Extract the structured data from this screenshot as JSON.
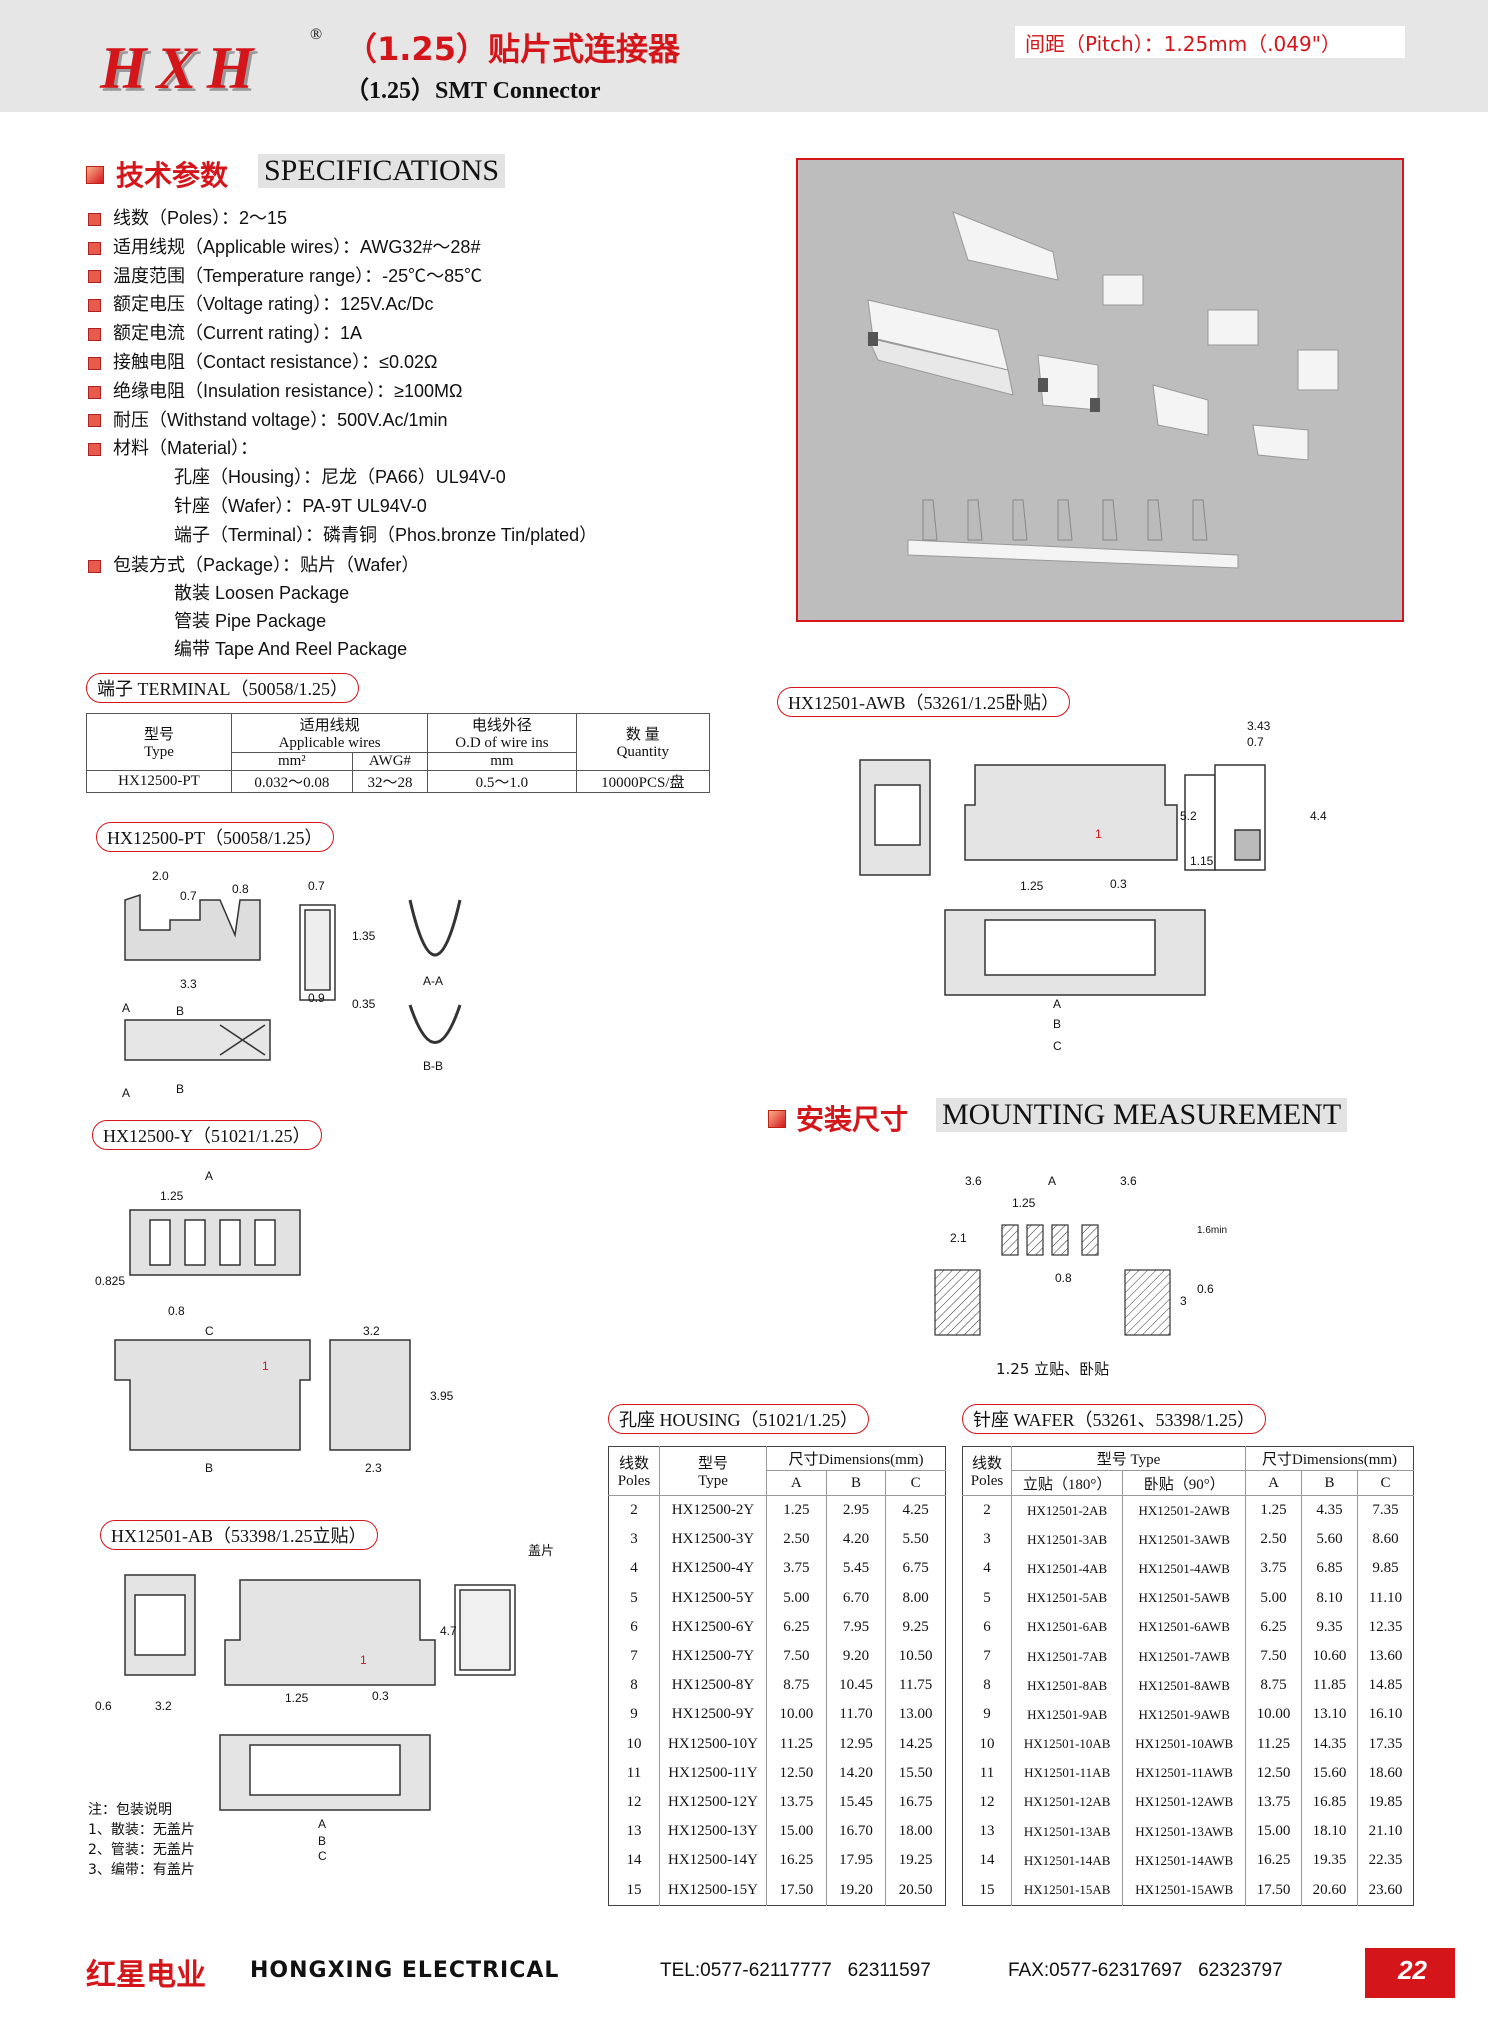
{
  "header": {
    "logo": "HXH",
    "registered": "®",
    "title_cn": "（1.25）贴片式连接器",
    "title_en": "（1.25）SMT Connector",
    "pitch": "间距（Pitch）：1.25mm（.049\"）"
  },
  "specs": {
    "heading_cn": "技术参数",
    "heading_en": "SPECIFICATIONS",
    "items": [
      "线数（Poles）：2～15",
      "适用线规（Applicable wires）：AWG32#～28#",
      "温度范围（Temperature range）：-25℃～85℃",
      "额定电压（Voltage rating）：125V.Ac/Dc",
      "额定电流（Current rating）：1A",
      "接触电阻（Contact resistance）：≤0.02Ω",
      "绝缘电阻（Insulation resistance）：≥100MΩ",
      "耐压（Withstand voltage）：500V.Ac/1min",
      "材料（Material）："
    ],
    "material_sub": [
      "孔座（Housing）：尼龙（PA66）UL94V-0",
      "针座（Wafer）：PA-9T UL94V-0",
      "端子（Terminal）：磷青铜（Phos.bronze Tin/plated）"
    ],
    "package": "包装方式（Package）：贴片（Wafer）",
    "package_sub": [
      "散装 Loosen Package",
      "管装 Pipe Package",
      "编带 Tape And Reel Package"
    ]
  },
  "terminal": {
    "label": "端子 TERMINAL（50058/1.25）",
    "headers": {
      "type_cn": "型号",
      "type_en": "Type",
      "wires_cn": "适用线规",
      "wires_en": "Applicable wires",
      "mm2": "mm²",
      "awg": "AWG#",
      "od_cn": "电线外径",
      "od_en": "O.D of wire ins",
      "od_unit": "mm",
      "qty_cn": "数 量",
      "qty_en": "Quantity"
    },
    "row": {
      "type": "HX12500-PT",
      "mm2": "0.032～0.08",
      "awg": "32～28",
      "od": "0.5～1.0",
      "qty": "10000PCS/盘"
    }
  },
  "labels": {
    "pt": "HX12500-PT（50058/1.25）",
    "y": "HX12500-Y（51021/1.25）",
    "ab": "HX12501-AB（53398/1.25立贴）",
    "awb": "HX12501-AWB（53261/1.25卧贴）",
    "mount_cn": "安装尺寸",
    "mount_en": "MOUNTING MEASUREMENT",
    "mount_caption": "1.25 立贴、卧贴",
    "housing": "孔座 HOUSING（51021/1.25）",
    "wafer": "针座 WAFER（53261、53398/1.25）",
    "cap_label": "盖片"
  },
  "notes": [
    "注：包装说明",
    "1、散装：无盖片",
    "2、管装：无盖片",
    "3、编带：有盖片"
  ],
  "housing_table": {
    "headers": [
      "线数",
      "Poles",
      "型号",
      "Type",
      "尺寸Dimensions(mm)",
      "A",
      "B",
      "C"
    ],
    "rows": [
      [
        "2",
        "HX12500-2Y",
        "1.25",
        "2.95",
        "4.25"
      ],
      [
        "3",
        "HX12500-3Y",
        "2.50",
        "4.20",
        "5.50"
      ],
      [
        "4",
        "HX12500-4Y",
        "3.75",
        "5.45",
        "6.75"
      ],
      [
        "5",
        "HX12500-5Y",
        "5.00",
        "6.70",
        "8.00"
      ],
      [
        "6",
        "HX12500-6Y",
        "6.25",
        "7.95",
        "9.25"
      ],
      [
        "7",
        "HX12500-7Y",
        "7.50",
        "9.20",
        "10.50"
      ],
      [
        "8",
        "HX12500-8Y",
        "8.75",
        "10.45",
        "11.75"
      ],
      [
        "9",
        "HX12500-9Y",
        "10.00",
        "11.70",
        "13.00"
      ],
      [
        "10",
        "HX12500-10Y",
        "11.25",
        "12.95",
        "14.25"
      ],
      [
        "11",
        "HX12500-11Y",
        "12.50",
        "14.20",
        "15.50"
      ],
      [
        "12",
        "HX12500-12Y",
        "13.75",
        "15.45",
        "16.75"
      ],
      [
        "13",
        "HX12500-13Y",
        "15.00",
        "16.70",
        "18.00"
      ],
      [
        "14",
        "HX12500-14Y",
        "16.25",
        "17.95",
        "19.25"
      ],
      [
        "15",
        "HX12500-15Y",
        "17.50",
        "19.20",
        "20.50"
      ]
    ]
  },
  "wafer_table": {
    "headers": [
      "线数",
      "Poles",
      "型号 Type",
      "立贴（180°）",
      "卧贴（90°）",
      "尺寸Dimensions(mm)",
      "A",
      "B",
      "C"
    ],
    "rows": [
      [
        "2",
        "HX12501-2AB",
        "HX12501-2AWB",
        "1.25",
        "4.35",
        "7.35"
      ],
      [
        "3",
        "HX12501-3AB",
        "HX12501-3AWB",
        "2.50",
        "5.60",
        "8.60"
      ],
      [
        "4",
        "HX12501-4AB",
        "HX12501-4AWB",
        "3.75",
        "6.85",
        "9.85"
      ],
      [
        "5",
        "HX12501-5AB",
        "HX12501-5AWB",
        "5.00",
        "8.10",
        "11.10"
      ],
      [
        "6",
        "HX12501-6AB",
        "HX12501-6AWB",
        "6.25",
        "9.35",
        "12.35"
      ],
      [
        "7",
        "HX12501-7AB",
        "HX12501-7AWB",
        "7.50",
        "10.60",
        "13.60"
      ],
      [
        "8",
        "HX12501-8AB",
        "HX12501-8AWB",
        "8.75",
        "11.85",
        "14.85"
      ],
      [
        "9",
        "HX12501-9AB",
        "HX12501-9AWB",
        "10.00",
        "13.10",
        "16.10"
      ],
      [
        "10",
        "HX12501-10AB",
        "HX12501-10AWB",
        "11.25",
        "14.35",
        "17.35"
      ],
      [
        "11",
        "HX12501-11AB",
        "HX12501-11AWB",
        "12.50",
        "15.60",
        "18.60"
      ],
      [
        "12",
        "HX12501-12AB",
        "HX12501-12AWB",
        "13.75",
        "16.85",
        "19.85"
      ],
      [
        "13",
        "HX12501-13AB",
        "HX12501-13AWB",
        "15.00",
        "18.10",
        "21.10"
      ],
      [
        "14",
        "HX12501-14AB",
        "HX12501-14AWB",
        "16.25",
        "19.35",
        "22.35"
      ],
      [
        "15",
        "HX12501-15AB",
        "HX12501-15AWB",
        "17.50",
        "20.60",
        "23.60"
      ]
    ]
  },
  "dims": {
    "pt": [
      "2.0",
      "0.7",
      "0.8",
      "0.7",
      "1.35",
      "3.3",
      "0.9",
      "0.35",
      "A-A",
      "B-B",
      "A",
      "B",
      "A",
      "B"
    ],
    "y": [
      "A",
      "1.25",
      "0.825",
      "0.8",
      "C",
      "3.2",
      "3.95",
      "B",
      "2.3",
      "1"
    ],
    "ab": [
      "0.6",
      "3.2",
      "1.25",
      "0.3",
      "4.7",
      "A",
      "B",
      "C",
      "1"
    ],
    "awb": [
      "3.43",
      "0.7",
      "5.2",
      "4.4",
      "1.15",
      "1.25",
      "0.3",
      "A",
      "B",
      "C",
      "1"
    ],
    "mount": [
      "3.6",
      "A",
      "3.6",
      "1.25",
      "2.1",
      "1.6min",
      "0.8",
      "3",
      "0.6"
    ]
  },
  "footer": {
    "brand_cn": "红星电业",
    "brand_en": "HONGXING ELECTRICAL",
    "tel": "TEL:0577-62117777   62311597",
    "fax": "FAX:0577-62317697   62323797",
    "page": "22"
  },
  "colors": {
    "accent": "#d4151a",
    "header_bg": "#e6e6e6",
    "photo_bg": "#bdbdbd"
  }
}
